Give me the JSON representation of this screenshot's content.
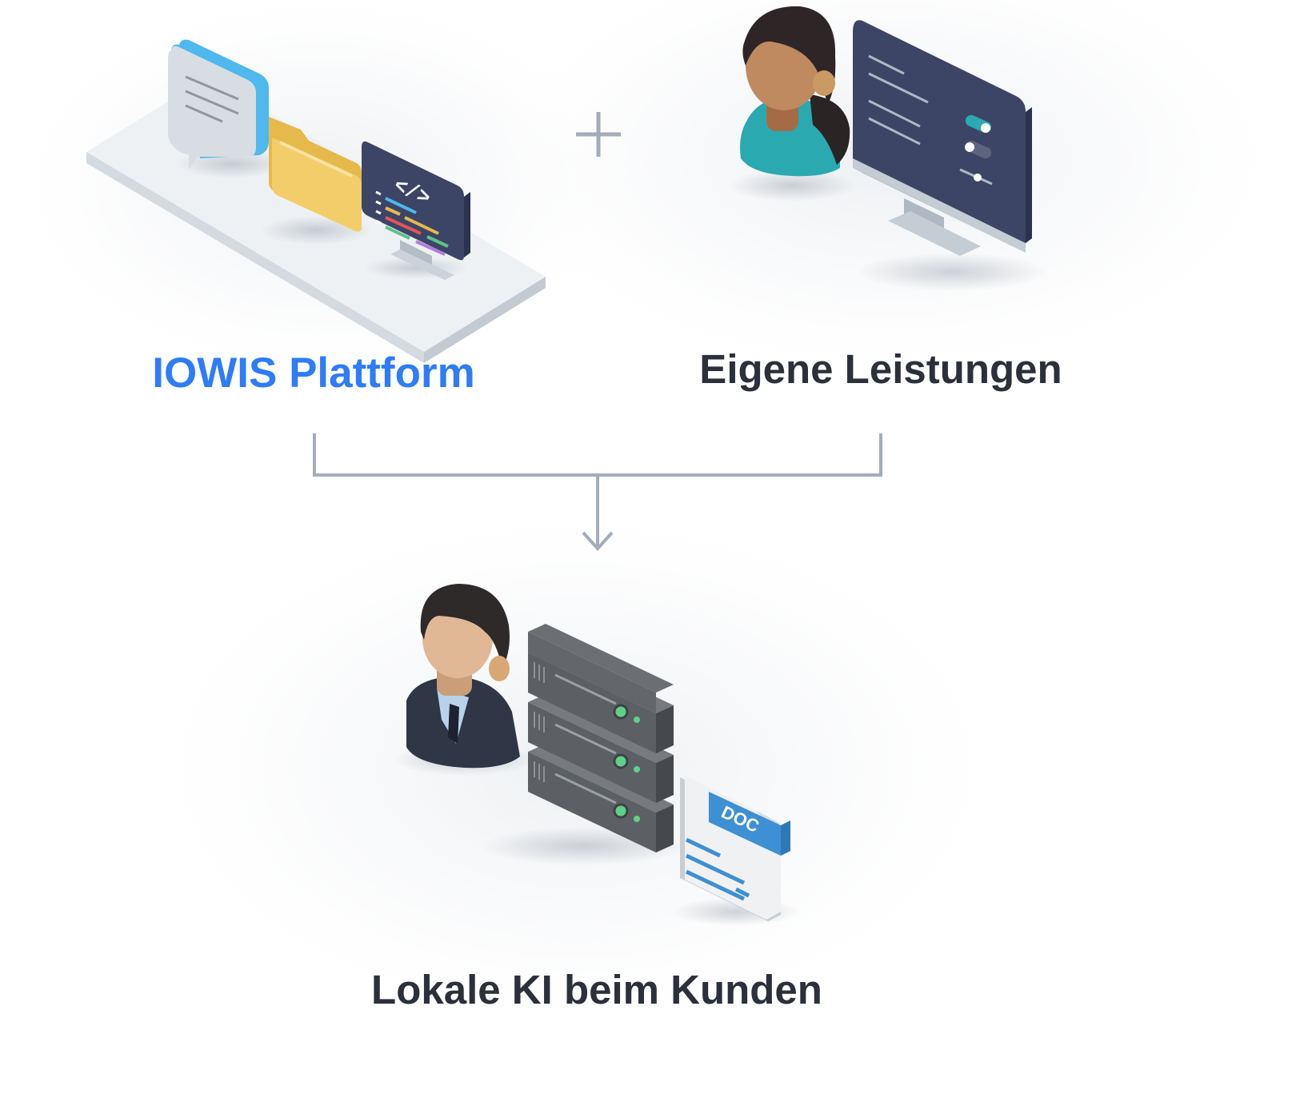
{
  "labels": {
    "platform": "IOWIS Plattform",
    "own_services": "Eigene Leistungen",
    "local_ai": "Lokale KI beim Kunden"
  },
  "icons": {
    "platform_group": [
      "chat-bubble-icon",
      "folder-icon",
      "code-monitor-icon"
    ],
    "own_services_group": [
      "woman-avatar-icon",
      "settings-monitor-icon"
    ],
    "local_ai_group": [
      "businessman-avatar-icon",
      "server-rack-icon",
      "doc-file-icon"
    ],
    "connectors": [
      "plus-icon",
      "merge-arrow-icon"
    ]
  },
  "doc_badge": "DOC",
  "colors": {
    "platform_label": "#2f7cf6",
    "label_text": "#2b303b",
    "connector": "#a3adb9",
    "monitor_screen": "#3c4566",
    "server_body": "#5c6064",
    "folder": "#f3cd6a",
    "chat_bubble": "#4fb8ec",
    "doc_badge": "#3e8fd3",
    "teal_shirt": "#2aa9b0"
  }
}
